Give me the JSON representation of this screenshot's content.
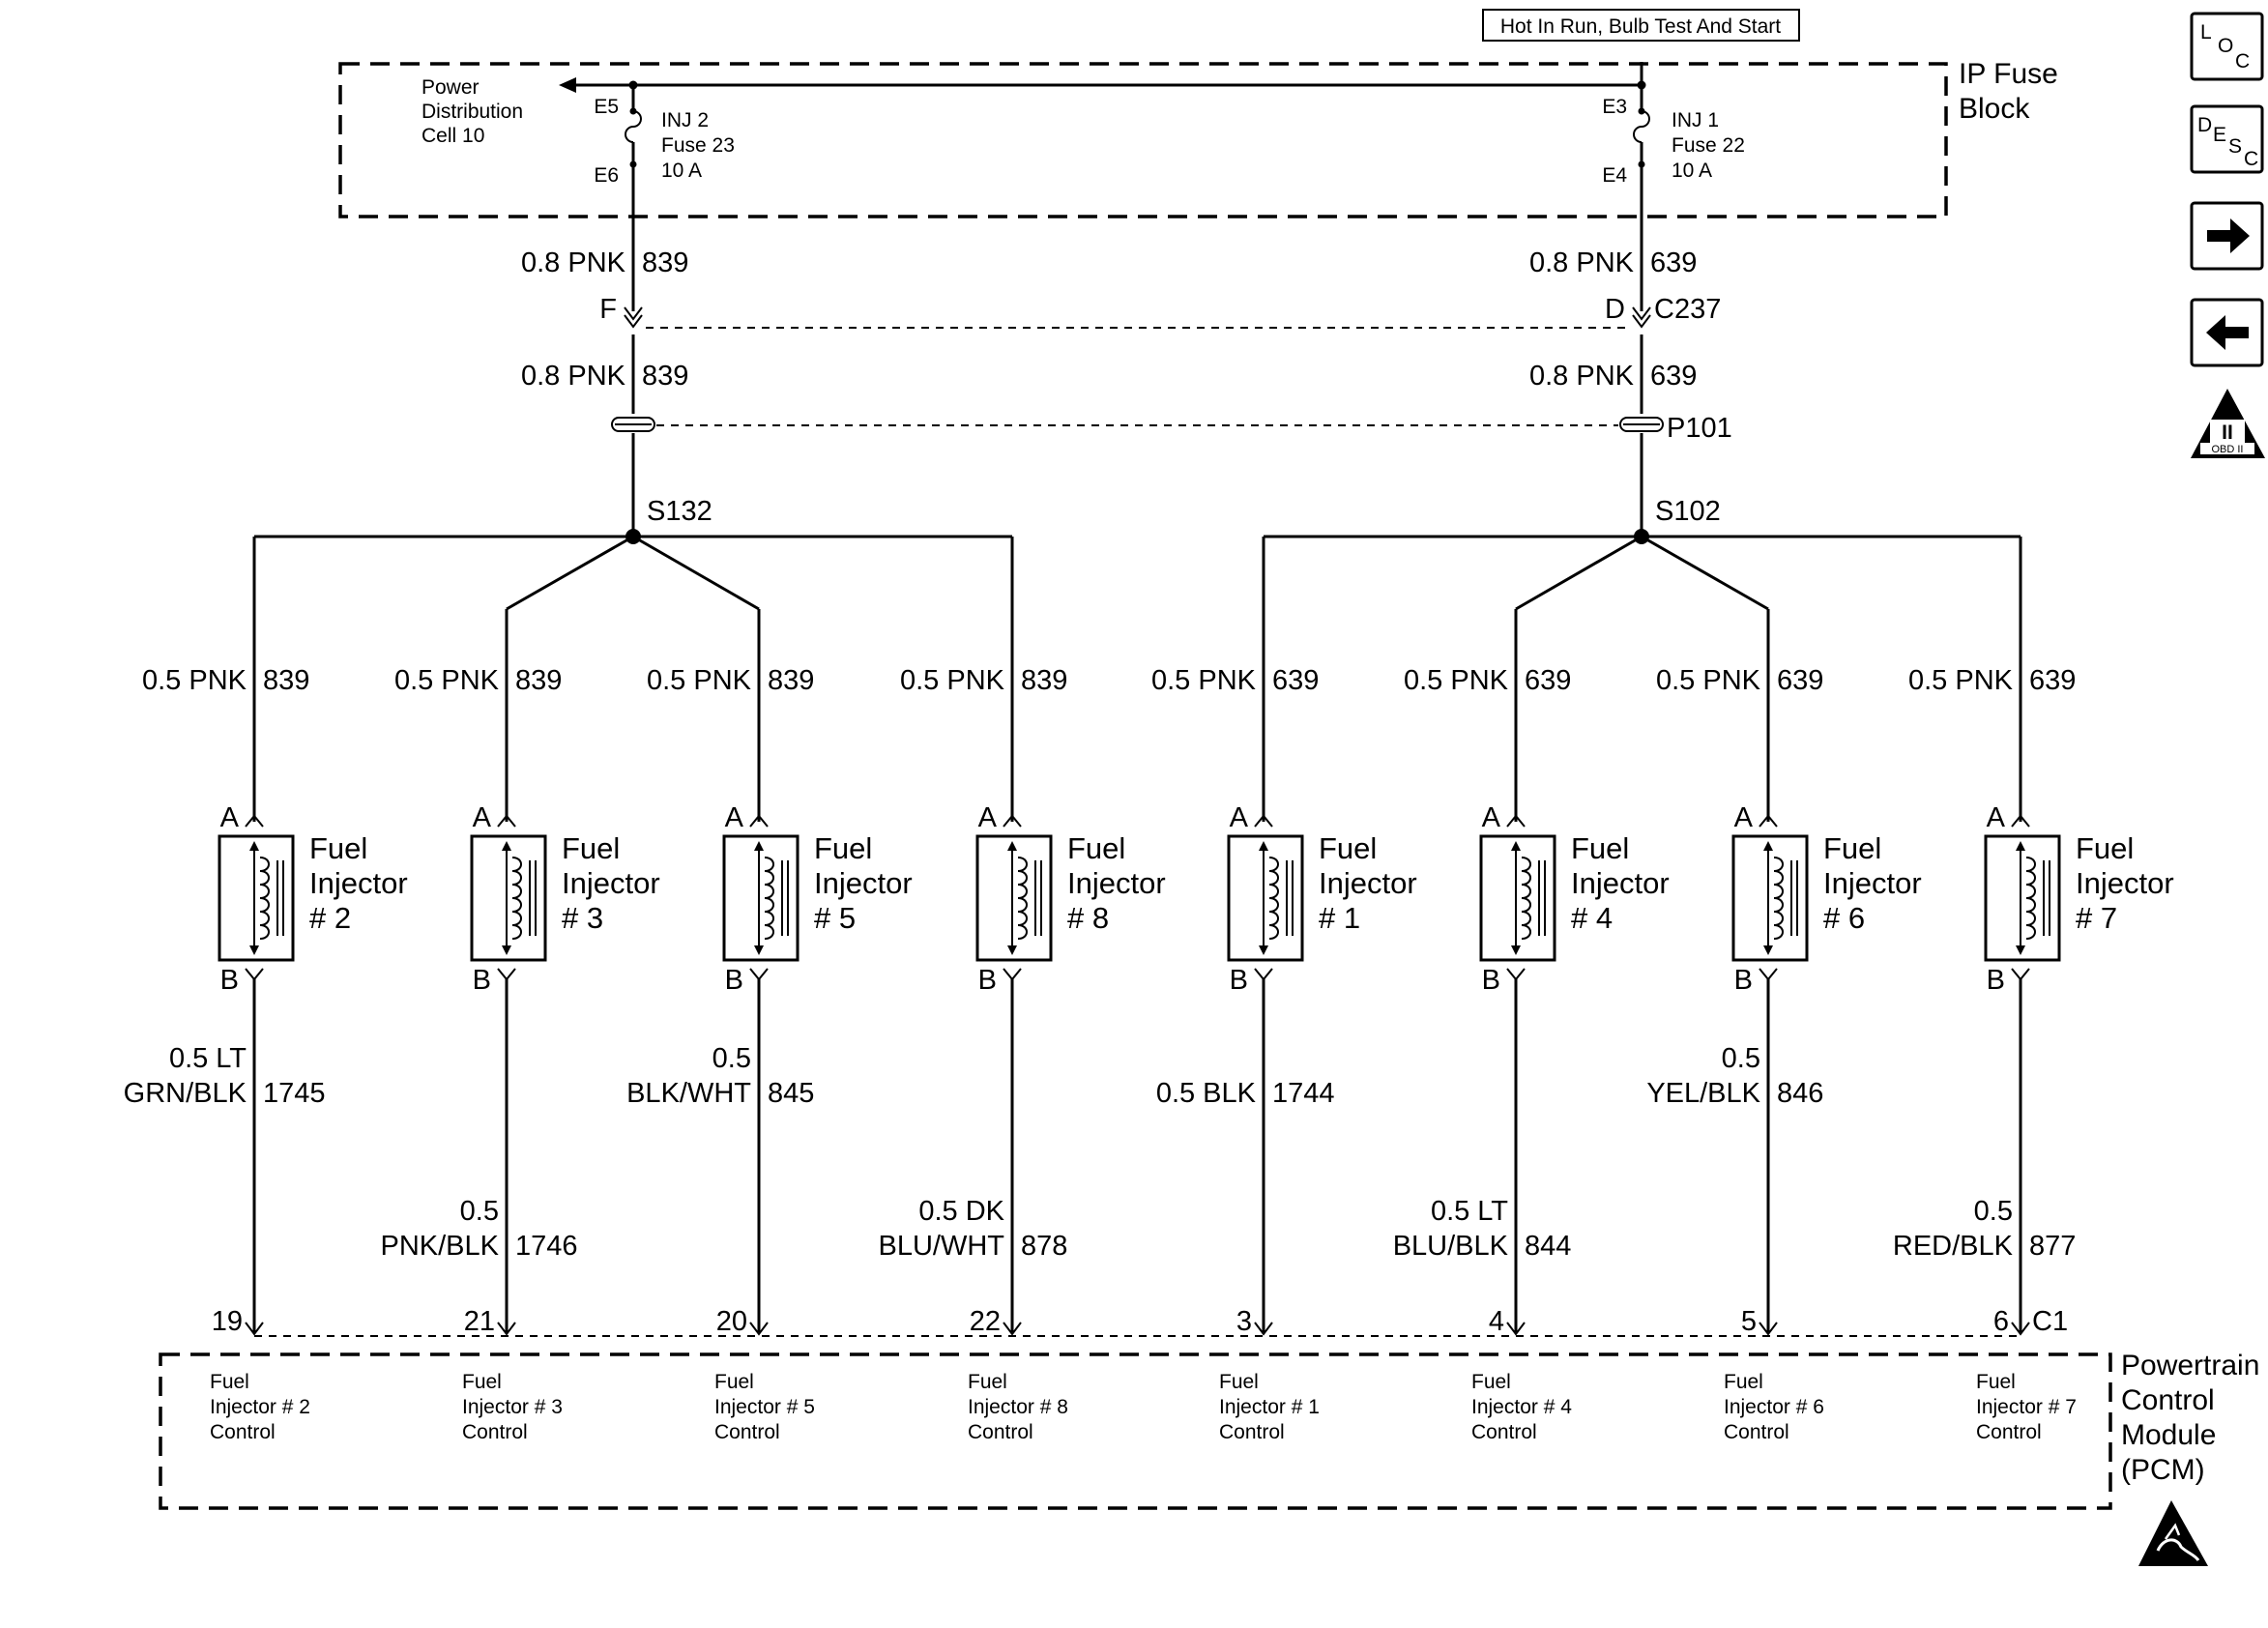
{
  "header": {
    "power_label": "Hot In Run, Bulb Test And Start"
  },
  "fuse_block": {
    "title_line1": "IP Fuse",
    "title_line2": "Block",
    "pdc_line1": "Power",
    "pdc_line2": "Distribution",
    "pdc_line3": "Cell 10",
    "left_fuse": {
      "in_pin": "E5",
      "out_pin": "E6",
      "line1": "INJ 2",
      "line2": "Fuse 23",
      "line3": "10 A"
    },
    "right_fuse": {
      "in_pin": "E3",
      "out_pin": "E4",
      "line1": "INJ 1",
      "line2": "Fuse 22",
      "line3": "10 A"
    }
  },
  "feeds": {
    "left": {
      "wire_upper": "0.8 PNK",
      "circuit_upper": "839",
      "pin": "F",
      "wire_lower": "0.8 PNK",
      "circuit_lower": "839",
      "splice": "S132"
    },
    "right": {
      "wire_upper": "0.8 PNK",
      "circuit_upper": "639",
      "pin": "D",
      "wire_lower": "0.8 PNK",
      "circuit_lower": "639",
      "splice": "S102"
    },
    "connector": "C237",
    "passthrough": "P101"
  },
  "injectors": [
    {
      "line1": "Fuel",
      "line2": "Injector",
      "number": "# 2",
      "pin_a": "A",
      "pin_b": "B",
      "feed_wire": "0.5 PNK",
      "feed_circuit": "839",
      "ctrl_line1": "0.5 LT",
      "ctrl_line2": "GRN/BLK",
      "ctrl_circuit": "1745",
      "pcm_pin": "19",
      "pcm_line1": "Fuel",
      "pcm_line2": "Injector # 2",
      "pcm_line3": "Control"
    },
    {
      "line1": "Fuel",
      "line2": "Injector",
      "number": "# 3",
      "pin_a": "A",
      "pin_b": "B",
      "feed_wire": "0.5 PNK",
      "feed_circuit": "839",
      "ctrl_line1": "0.5",
      "ctrl_line2": "PNK/BLK",
      "ctrl_circuit": "1746",
      "pcm_pin": "21",
      "pcm_line1": "Fuel",
      "pcm_line2": "Injector # 3",
      "pcm_line3": "Control"
    },
    {
      "line1": "Fuel",
      "line2": "Injector",
      "number": "# 5",
      "pin_a": "A",
      "pin_b": "B",
      "feed_wire": "0.5 PNK",
      "feed_circuit": "839",
      "ctrl_line1": "0.5",
      "ctrl_line2": "BLK/WHT",
      "ctrl_circuit": "845",
      "pcm_pin": "20",
      "pcm_line1": "Fuel",
      "pcm_line2": "Injector # 5",
      "pcm_line3": "Control"
    },
    {
      "line1": "Fuel",
      "line2": "Injector",
      "number": "# 8",
      "pin_a": "A",
      "pin_b": "B",
      "feed_wire": "0.5 PNK",
      "feed_circuit": "839",
      "ctrl_line1": "0.5 DK",
      "ctrl_line2": "BLU/WHT",
      "ctrl_circuit": "878",
      "pcm_pin": "22",
      "pcm_line1": "Fuel",
      "pcm_line2": "Injector # 8",
      "pcm_line3": "Control"
    },
    {
      "line1": "Fuel",
      "line2": "Injector",
      "number": "# 1",
      "pin_a": "A",
      "pin_b": "B",
      "feed_wire": "0.5 PNK",
      "feed_circuit": "639",
      "ctrl_line1": "",
      "ctrl_line2": "0.5 BLK",
      "ctrl_circuit": "1744",
      "pcm_pin": "3",
      "pcm_line1": "Fuel",
      "pcm_line2": "Injector # 1",
      "pcm_line3": "Control"
    },
    {
      "line1": "Fuel",
      "line2": "Injector",
      "number": "# 4",
      "pin_a": "A",
      "pin_b": "B",
      "feed_wire": "0.5 PNK",
      "feed_circuit": "639",
      "ctrl_line1": "0.5 LT",
      "ctrl_line2": "BLU/BLK",
      "ctrl_circuit": "844",
      "pcm_pin": "4",
      "pcm_line1": "Fuel",
      "pcm_line2": "Injector # 4",
      "pcm_line3": "Control"
    },
    {
      "line1": "Fuel",
      "line2": "Injector",
      "number": "# 6",
      "pin_a": "A",
      "pin_b": "B",
      "feed_wire": "0.5 PNK",
      "feed_circuit": "639",
      "ctrl_line1": "0.5",
      "ctrl_line2": "YEL/BLK",
      "ctrl_circuit": "846",
      "pcm_pin": "5",
      "pcm_line1": "Fuel",
      "pcm_line2": "Injector # 6",
      "pcm_line3": "Control"
    },
    {
      "line1": "Fuel",
      "line2": "Injector",
      "number": "# 7",
      "pin_a": "A",
      "pin_b": "B",
      "feed_wire": "0.5 PNK",
      "feed_circuit": "639",
      "ctrl_line1": "0.5",
      "ctrl_line2": "RED/BLK",
      "ctrl_circuit": "877",
      "pcm_pin": "6",
      "pcm_line1": "Fuel",
      "pcm_line2": "Injector # 7",
      "pcm_line3": "Control"
    }
  ],
  "pcm": {
    "connector": "C1",
    "line1": "Powertrain",
    "line2": "Control",
    "line3": "Module",
    "line4": "(PCM)"
  },
  "sidebar": {
    "loc": {
      "l": "L",
      "o": "O",
      "c": "C"
    },
    "desc": {
      "d": "D",
      "e": "E",
      "s": "S",
      "c": "C"
    },
    "next_icon": "arrow-right-icon",
    "prev_icon": "arrow-left-icon",
    "obd_numeral": "II",
    "obd_label": "OBD II"
  }
}
